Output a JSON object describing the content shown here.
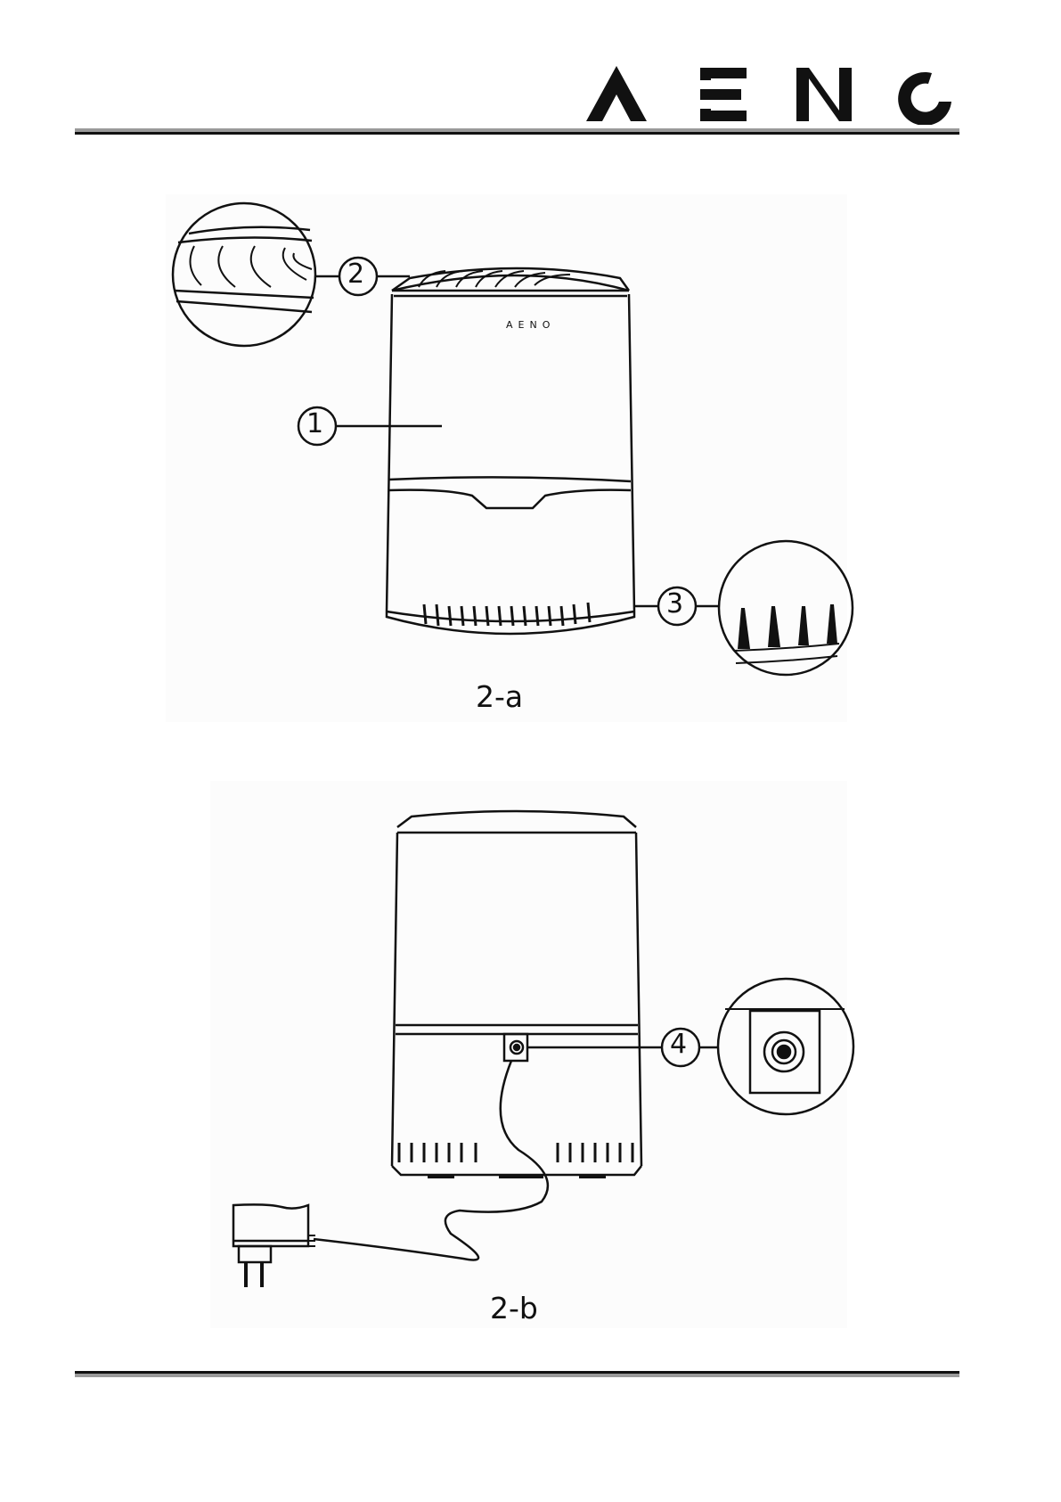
{
  "brand": {
    "logo_text": "AENO",
    "device_brand_text": "AENO"
  },
  "figure_a": {
    "caption": "2-a",
    "callouts": [
      "1",
      "2",
      "3"
    ]
  },
  "figure_b": {
    "caption": "2-b",
    "callouts": [
      "4"
    ]
  }
}
